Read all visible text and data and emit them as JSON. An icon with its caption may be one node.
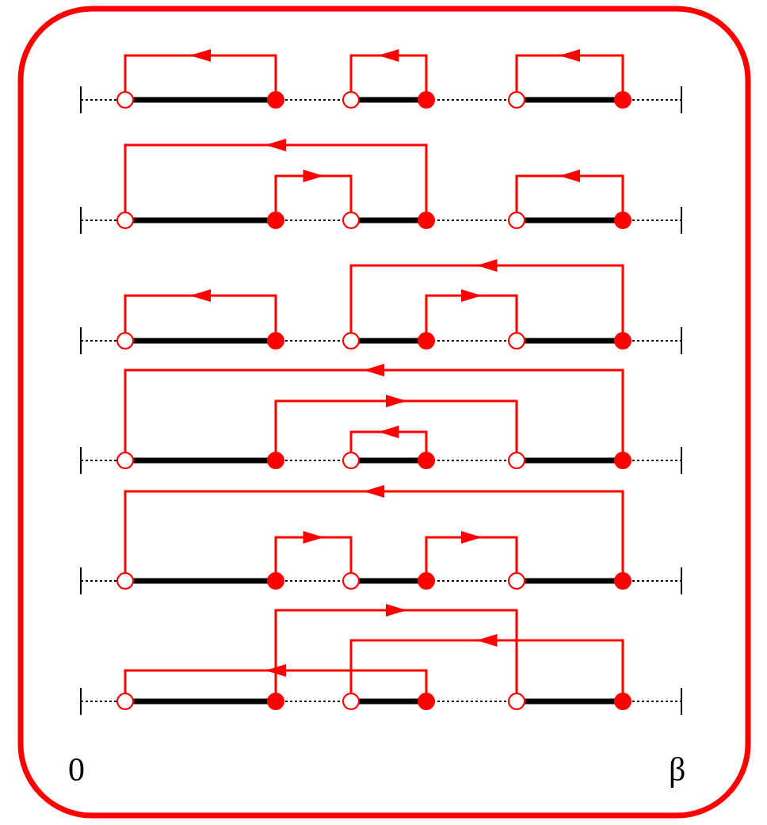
{
  "diagram": {
    "nodes": [
      {
        "text": [],
        "shape": "circle"
      },
      {
        "text": [],
        "shape": "circle"
      },
      {
        "text": [],
        "shape": "circle"
      },
      {
        "text": [],
        "shape": "circle"
      },
      {
        "text": [],
        "shape": "circle"
      },
      {
        "text": [],
        "shape": "circle"
      },
      {
        "text": [],
        "shape": "circle"
      },
      {
        "text": [],
        "shape": "circle"
      },
      {
        "text": [],
        "shape": "circle"
      },
      {
        "text": [],
        "shape": "circle"
      },
      {
        "text": [],
        "shape": "circle"
      },
      {
        "text": [],
        "shape": "circle"
      },
      {
        "text": [],
        "shape": "circle"
      },
      {
        "text": [],
        "shape": "circle"
      },
      {
        "text": [],
        "shape": "circle"
      },
      {
        "text": [],
        "shape": "circle"
      },
      {
        "text": [],
        "shape": "circle"
      },
      {
        "text": [],
        "shape": "circle"
      },
      {
        "text": [],
        "shape": "circle"
      },
      {
        "text": [],
        "shape": "circle"
      },
      {
        "text": [],
        "shape": "circle"
      },
      {
        "text": [],
        "shape": "circle"
      },
      {
        "text": [],
        "shape": "circle"
      },
      {
        "text": [],
        "shape": "circle"
      },
      {
        "text": [],
        "shape": "circle"
      },
      {
        "text": [],
        "shape": "circle"
      },
      {
        "text": [],
        "shape": "circle"
      },
      {
        "text": [],
        "shape": "circle"
      },
      {
        "text": [],
        "shape": "circle"
      },
      {
        "text": [],
        "shape": "circle"
      },
      {
        "text": [],
        "shape": "circle"
      },
      {
        "text": [],
        "shape": "circle"
      },
      {
        "text": [],
        "shape": "circle"
      },
      {
        "text": [],
        "shape": "circle"
      },
      {
        "text": [],
        "shape": "circle"
      },
      {
        "text": [],
        "shape": "circle"
      }
    ],
    "edges": [
      {
        "from": 0,
        "to": 1,
        "arrow": "none",
        "style": "thick",
        "color": "#000000"
      },
      {
        "from": 2,
        "to": 3,
        "arrow": "none",
        "style": "thick",
        "color": "#000000"
      },
      {
        "from": 4,
        "to": 5,
        "arrow": "none",
        "style": "thick",
        "color": "#000000"
      },
      {
        "from": 1,
        "to": 0,
        "arrow": "to",
        "color": "#ff0000"
      },
      {
        "from": 3,
        "to": 2,
        "arrow": "to",
        "color": "#ff0000"
      },
      {
        "from": 5,
        "to": 4,
        "arrow": "to",
        "color": "#ff0000"
      },
      {
        "from": 6,
        "to": 7,
        "arrow": "none",
        "style": "thick",
        "color": "#000000"
      },
      {
        "from": 8,
        "to": 9,
        "arrow": "none",
        "style": "thick",
        "color": "#000000"
      },
      {
        "from": 10,
        "to": 11,
        "arrow": "none",
        "style": "thick",
        "color": "#000000"
      },
      {
        "from": 9,
        "to": 6,
        "arrow": "to",
        "color": "#ff0000"
      },
      {
        "from": 7,
        "to": 8,
        "arrow": "to",
        "color": "#ff0000"
      },
      {
        "from": 11,
        "to": 10,
        "arrow": "to",
        "color": "#ff0000"
      },
      {
        "from": 12,
        "to": 13,
        "arrow": "none",
        "style": "thick",
        "color": "#000000"
      },
      {
        "from": 14,
        "to": 15,
        "arrow": "none",
        "style": "thick",
        "color": "#000000"
      },
      {
        "from": 16,
        "to": 17,
        "arrow": "none",
        "style": "thick",
        "color": "#000000"
      },
      {
        "from": 13,
        "to": 12,
        "arrow": "to",
        "color": "#ff0000"
      },
      {
        "from": 17,
        "to": 14,
        "arrow": "to",
        "color": "#ff0000"
      },
      {
        "from": 15,
        "to": 16,
        "arrow": "to",
        "color": "#ff0000"
      },
      {
        "from": 18,
        "to": 19,
        "arrow": "none",
        "style": "thick",
        "color": "#000000"
      },
      {
        "from": 20,
        "to": 21,
        "arrow": "none",
        "style": "thick",
        "color": "#000000"
      },
      {
        "from": 22,
        "to": 23,
        "arrow": "none",
        "style": "thick",
        "color": "#000000"
      },
      {
        "from": 23,
        "to": 18,
        "arrow": "to",
        "color": "#ff0000"
      },
      {
        "from": 19,
        "to": 22,
        "arrow": "to",
        "color": "#ff0000"
      },
      {
        "from": 21,
        "to": 20,
        "arrow": "to",
        "color": "#ff0000"
      },
      {
        "from": 24,
        "to": 25,
        "arrow": "none",
        "style": "thick",
        "color": "#000000"
      },
      {
        "from": 26,
        "to": 27,
        "arrow": "none",
        "style": "thick",
        "color": "#000000"
      },
      {
        "from": 28,
        "to": 29,
        "arrow": "none",
        "style": "thick",
        "color": "#000000"
      },
      {
        "from": 29,
        "to": 24,
        "arrow": "to",
        "color": "#ff0000"
      },
      {
        "from": 25,
        "to": 26,
        "arrow": "to",
        "color": "#ff0000"
      },
      {
        "from": 27,
        "to": 28,
        "arrow": "to",
        "color": "#ff0000"
      },
      {
        "from": 30,
        "to": 31,
        "arrow": "none",
        "style": "thick",
        "color": "#000000"
      },
      {
        "from": 32,
        "to": 33,
        "arrow": "none",
        "style": "thick",
        "color": "#000000"
      },
      {
        "from": 34,
        "to": 35,
        "arrow": "none",
        "style": "thick",
        "color": "#000000"
      },
      {
        "from": 31,
        "to": 34,
        "arrow": "to",
        "color": "#ff0000"
      },
      {
        "from": 35,
        "to": 32,
        "arrow": "to",
        "color": "#ff0000"
      },
      {
        "from": 33,
        "to": 30,
        "arrow": "to",
        "color": "#ff0000"
      }
    ],
    "labels": [
      "0",
      "β"
    ]
  }
}
